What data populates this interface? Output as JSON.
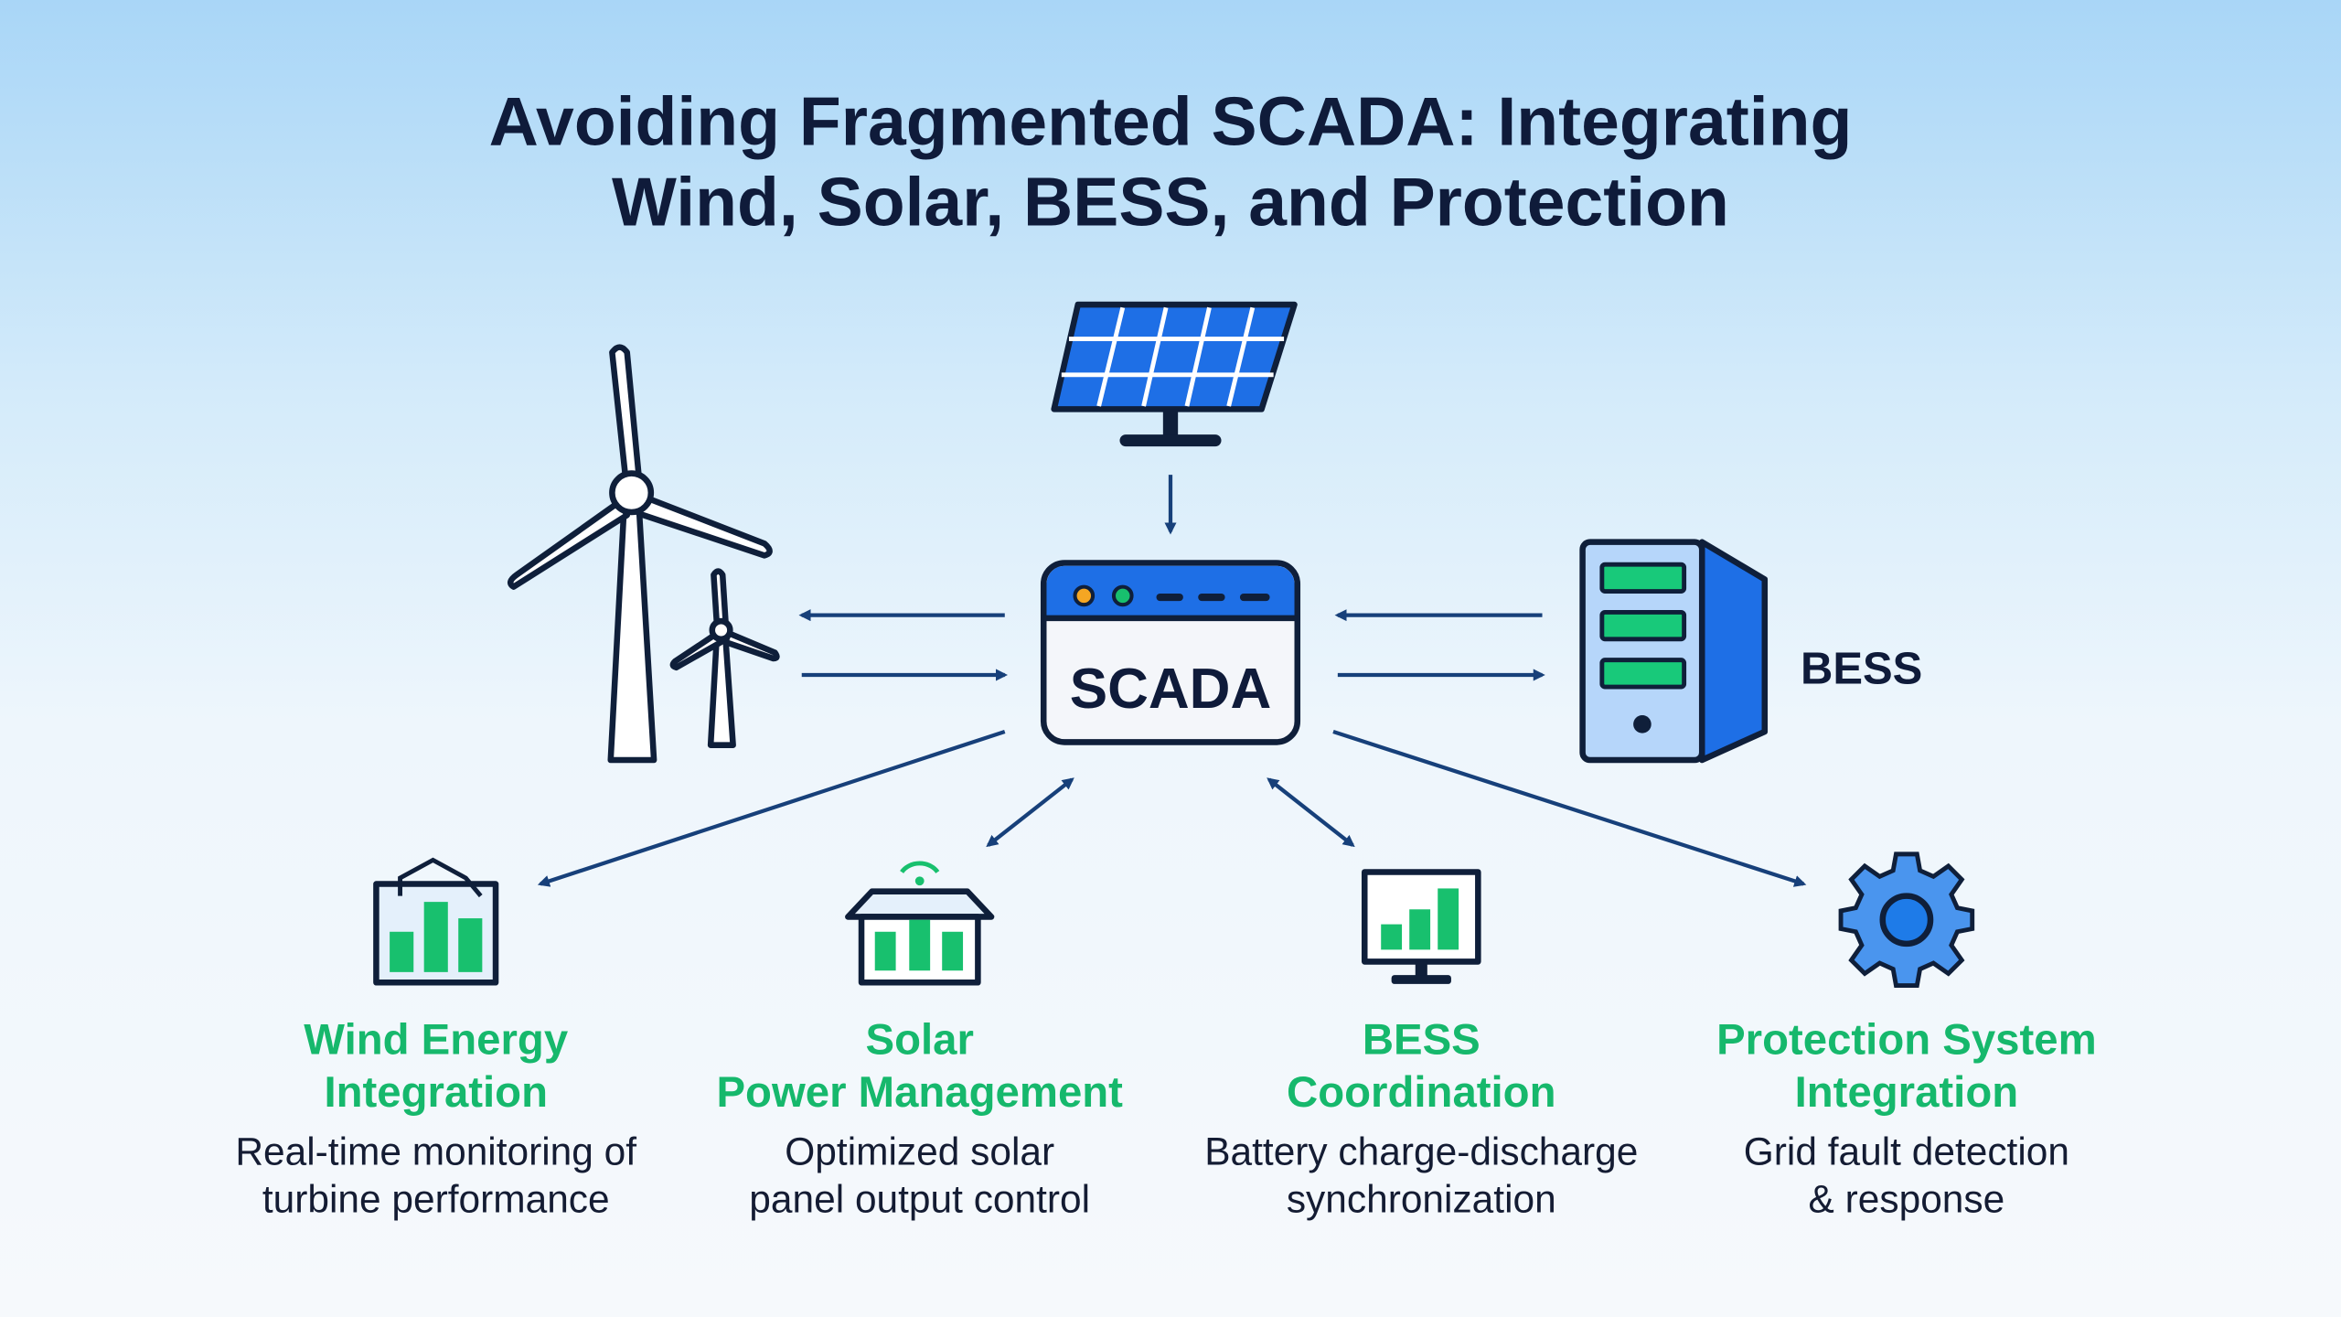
{
  "title": {
    "line1": "Avoiding Fragmented SCADA: Integrating",
    "line2": "Wind, Solar, BESS, and Protection"
  },
  "hub": {
    "label": "SCADA"
  },
  "bess_label": "BESS",
  "colors": {
    "title": "#0f1b3a",
    "accent_green": "#16b86c",
    "accent_blue": "#1e6fe6",
    "arrow": "#17407a"
  },
  "cards": [
    {
      "icon": "wind-chart-icon",
      "heading1": "Wind Energy",
      "heading2": "Integration",
      "desc1": "Real-time monitoring of",
      "desc2": "turbine performance"
    },
    {
      "icon": "solar-house-icon",
      "heading1": "Solar",
      "heading2": "Power Management",
      "desc1": "Optimized solar",
      "desc2": "panel output control"
    },
    {
      "icon": "monitor-chart-icon",
      "heading1": "BESS",
      "heading2": "Coordination",
      "desc1": "Battery charge-discharge",
      "desc2": "synchronization"
    },
    {
      "icon": "gear-icon",
      "heading1": "Protection System",
      "heading2": "Integration",
      "desc1": "Grid fault detection",
      "desc2": "& response"
    }
  ]
}
